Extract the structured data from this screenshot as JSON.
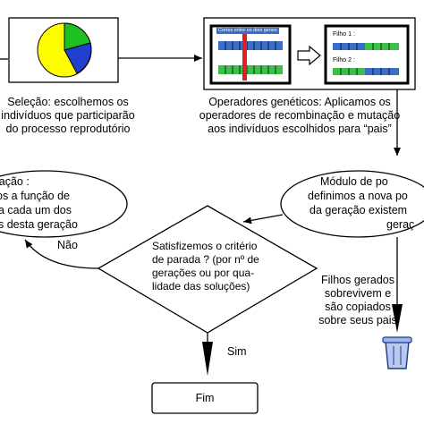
{
  "selection": {
    "lines": [
      "Seleção:  escolhemos os",
      "indivíduos que participarão",
      "do processo reprodutório"
    ]
  },
  "genetic_operators": {
    "lines": [
      "Operadores genéticos: Aplicamos os",
      "operadores de recombinação e mutação",
      "aos indivíduos escolhidos para “pais”"
    ],
    "parent_panel_label": "Cortes entre os dois genes",
    "child1_label": "Filho 1 :",
    "child2_label": "Filho 2 :"
  },
  "evaluation": {
    "lines": [
      "valiação :",
      "os a função de",
      "a cada um dos",
      "s desta geração"
    ]
  },
  "population_module": {
    "lines": [
      "Módulo de po",
      "definimos a nova po",
      "da geração existem",
      "geraç"
    ]
  },
  "decision": {
    "lines": [
      "Satisfizemos o critério",
      "de parada ? (por nº de",
      "gerações ou por qua-",
      "lidade das soluções)"
    ]
  },
  "no_label": "Não",
  "yes_label": "Sim",
  "children_note": {
    "lines": [
      "Filhos gerados",
      "sobrevivem e",
      "são copiados",
      "sobre seus pais"
    ]
  },
  "end_label": "Fim",
  "colors": {
    "pie_yellow": "#ffff00",
    "pie_green": "#20c020",
    "pie_blue": "#2040d0",
    "gene_blue": "#3a6ec8",
    "gene_green": "#3cc04a",
    "cut_red": "#e02020"
  }
}
